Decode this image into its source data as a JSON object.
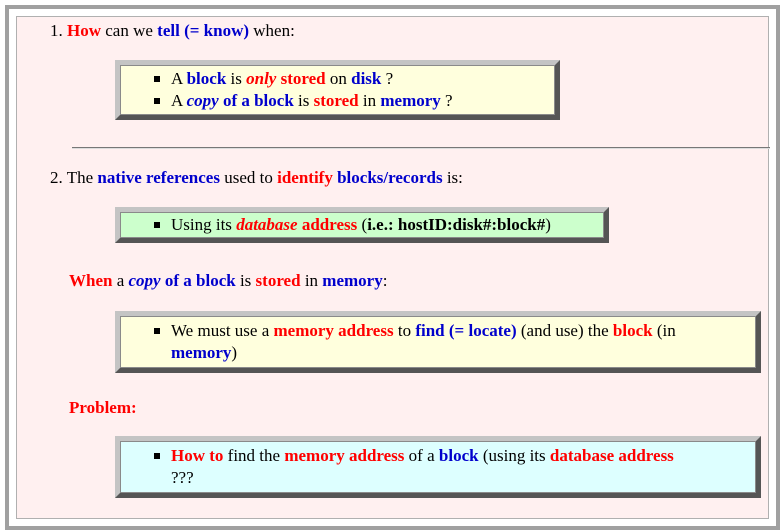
{
  "item1": {
    "number": "1.",
    "parts": [
      "How",
      " can we ",
      "tell (= know)",
      " when:"
    ],
    "bullets": [
      [
        "A ",
        "block",
        " is ",
        "only",
        " ",
        "stored",
        " on ",
        "disk",
        " ?"
      ],
      [
        "A ",
        "copy",
        " ",
        "of a block",
        " is ",
        "stored",
        " in ",
        "memory",
        " ?"
      ]
    ]
  },
  "item2": {
    "number": "2.",
    "parts": [
      "The ",
      "native references",
      " used to ",
      "identify",
      " ",
      "blocks/records",
      " is:"
    ],
    "bullet": [
      "Using its ",
      "database",
      " ",
      "address",
      " (",
      "i.e.: hostID:disk#:block#",
      ")"
    ]
  },
  "when": {
    "parts": [
      "When",
      " a ",
      "copy",
      " ",
      "of a block",
      " is ",
      "stored",
      " in ",
      "memory",
      ":"
    ],
    "bullet_line1": [
      "We must use a ",
      "memory address",
      " to ",
      "find (= locate)",
      " (and use) the ",
      "block",
      " (in"
    ],
    "bullet_line2": [
      "memory",
      ")"
    ]
  },
  "problem": {
    "label": "Problem:",
    "bullet_line1": [
      "How to",
      " find the ",
      "memory address",
      " of a ",
      "block",
      " (using its ",
      "database address"
    ],
    "bullet_line2": "???"
  }
}
